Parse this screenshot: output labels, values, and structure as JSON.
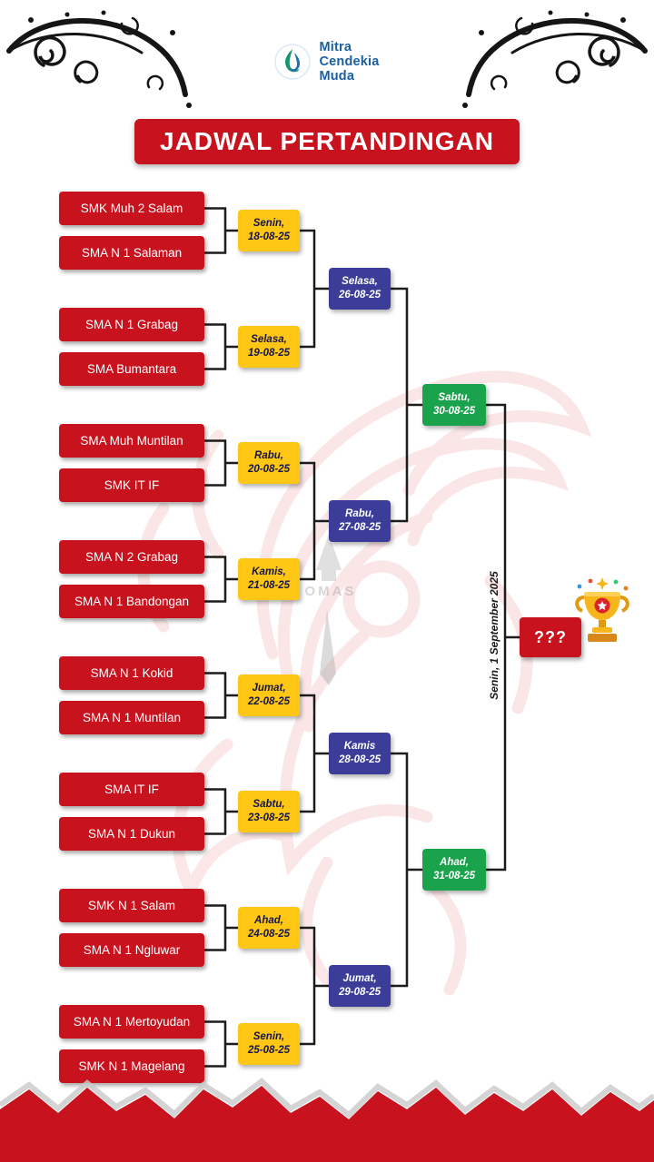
{
  "header": {
    "title": "JADWAL PERTANDINGAN"
  },
  "logo": {
    "name_lines": [
      "Mitra",
      "Cendekia",
      "Muda"
    ]
  },
  "round1": {
    "matches": [
      {
        "team_a": "SMK Muh 2 Salam",
        "team_b": "SMA N 1 Salaman",
        "day": "Senin,",
        "date": "18-08-25"
      },
      {
        "team_a": "SMA N 1 Grabag",
        "team_b": "SMA Bumantara",
        "day": "Selasa,",
        "date": "19-08-25"
      },
      {
        "team_a": "SMA Muh Muntilan",
        "team_b": "SMK IT IF",
        "day": "Rabu,",
        "date": "20-08-25"
      },
      {
        "team_a": "SMA N 2 Grabag",
        "team_b": "SMA N 1 Bandongan",
        "day": "Kamis,",
        "date": "21-08-25"
      },
      {
        "team_a": "SMA N 1 Kokid",
        "team_b": "SMA N 1 Muntilan",
        "day": "Jumat,",
        "date": "22-08-25"
      },
      {
        "team_a": "SMA IT IF",
        "team_b": "SMA N 1 Dukun",
        "day": "Sabtu,",
        "date": "23-08-25"
      },
      {
        "team_a": "SMK N 1 Salam",
        "team_b": "SMA N 1 Ngluwar",
        "day": "Ahad,",
        "date": "24-08-25"
      },
      {
        "team_a": "SMA N 1 Mertoyudan",
        "team_b": "SMK N 1 Magelang",
        "day": "Senin,",
        "date": "25-08-25"
      }
    ]
  },
  "round2": {
    "matches": [
      {
        "day": "Selasa,",
        "date": "26-08-25"
      },
      {
        "day": "Rabu,",
        "date": "27-08-25"
      },
      {
        "day": "Kamis",
        "date": "28-08-25"
      },
      {
        "day": "Jumat,",
        "date": "29-08-25"
      }
    ]
  },
  "semifinal": {
    "matches": [
      {
        "day": "Sabtu,",
        "date": "30-08-25"
      },
      {
        "day": "Ahad,",
        "date": "31-08-25"
      }
    ]
  },
  "final": {
    "date_label": "Senin, 1 September 2025",
    "winner_placeholder": "???"
  },
  "watermark": {
    "monument_text": "OMAS"
  },
  "colors": {
    "red": "#C8121E",
    "yellow": "#FFC613",
    "blue": "#3B3D99",
    "green": "#1BA24D",
    "logo_blue": "#1A5FA0"
  }
}
